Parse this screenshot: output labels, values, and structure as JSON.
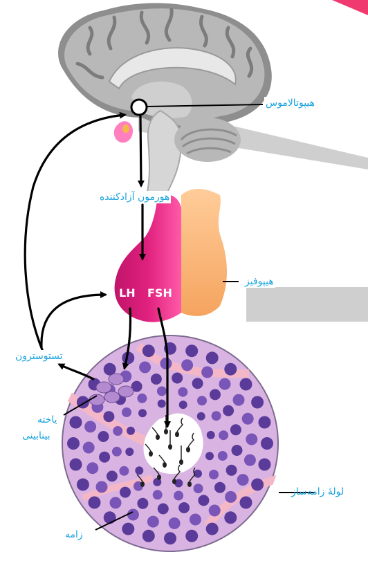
{
  "labels": {
    "hypothalamus": "هیپوتالاموس",
    "releasing_hormone": "هورمون آزادکننده",
    "pituitary": "هیپوفیز",
    "testosterone": "تستوسترون",
    "interstitial_cell_line1": "یاخته",
    "interstitial_cell_line2": "بینابینی",
    "seminiferous_tubule": "لولهٔ زامه‌ساز",
    "sperm": "زامه"
  },
  "hormones": {
    "lh": "LH",
    "fsh": "FSH"
  },
  "colors": {
    "label_text": "#1aa3dd",
    "arrow": "#000000",
    "brain": "#a9a9a9",
    "anterior_pituitary": "#e0217e",
    "posterior_pituitary": "#f5a45f",
    "tubule_fill": "#c9a2d6",
    "cell_nucleus": "#5b3b9a",
    "connective_tissue": "#f1b8c3"
  }
}
